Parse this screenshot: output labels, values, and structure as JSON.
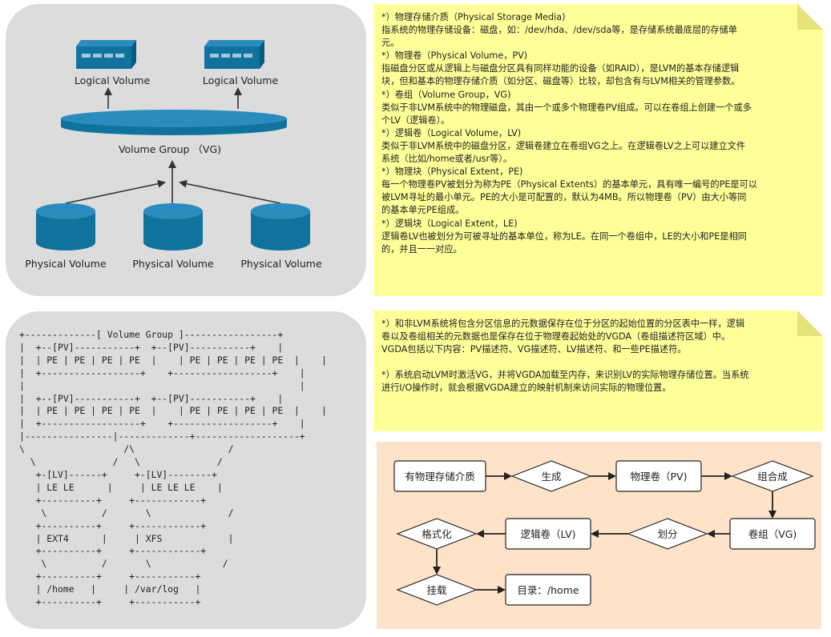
{
  "diagram": {
    "lv_labels": [
      "Logical Volume",
      "Logical Volume"
    ],
    "vg_label": "Volume Group （VG)",
    "pv_labels": [
      "Physical Volume",
      "Physical Volume",
      "Physical Volume"
    ]
  },
  "colors": {
    "panel_gray": "#dcdcdc",
    "note_yellow": "#ffff99",
    "flow_bg": "#ffe3c9",
    "disk_blue": "#10739e"
  },
  "notes": {
    "definitions": [
      "*）物理存储介质（Physical Storage Media)",
      "指系统的物理存储设备：磁盘，如：/dev/hda、/dev/sda等，是存储系统最底层的存储单",
      "元。",
      "*）物理卷（Physical Volume，PV)",
      "指磁盘分区或从逻辑上与磁盘分区具有同样功能的设备（如RAID），是LVM的基本存储逻辑",
      "块，但和基本的物理存储介质（如分区、磁盘等）比较，却包含有与LVM相关的管理参数。",
      "*）卷组（Volume Group，VG)",
      "类似于非LVM系统中的物理磁盘，其由一个或多个物理卷PV组成。可以在卷组上创建一个或多",
      "个LV（逻辑卷）。",
      "*）逻辑卷（Logical Volume，LV)",
      "类似于非LVM系统中的磁盘分区，逻辑卷建立在卷组VG之上。在逻辑卷LV之上可以建立文件",
      "系统（比如/home或者/usr等）。",
      "*）物理块（Physical Extent，PE)",
      "每一个物理卷PV被划分为称为PE（Physical Extents）的基本单元，具有唯一编号的PE是可以",
      "被LVM寻址的最小单元。PE的大小是可配置的，默认为4MB。所以物理卷（PV）由大小等同",
      "的基本单元PE组成。",
      "*）逻辑块（Logical Extent，LE)",
      "逻辑卷LV也被划分为可被寻址的基本单位，称为LE。在同一个卷组中，LE的大小和PE是相同",
      "的，并且一一对应。"
    ],
    "vgda": [
      "*）和非LVM系统将包含分区信息的元数据保存在位于分区的起始位置的分区表中一样，逻辑",
      "卷以及卷组相关的元数据也是保存在位于物理卷起始处的VGDA（卷组描述符区域）中。",
      "VGDA包括以下内容：PV描述符、VG描述符、LV描述符、和一些PE描述符。",
      "",
      "*）系统启动LVM时激活VG，并将VGDA加载至内存，来识别LV的实际物理存储位置。当系统",
      "进行I/O操作时，就会根据VGDA建立的映射机制来访问实际的物理位置。"
    ]
  },
  "ascii_art": "+-------------[ Volume Group ]-----------------+\n|  +--[PV]-----------+  +--[PV]-----------+    |\n|  | PE | PE | PE | PE  |    | PE | PE | PE | PE  |    |\n|  +------------------+    +------------------+    |\n|                                                  |\n|  +--[PV]-----------+  +--[PV]-----------+    |\n|  | PE | PE | PE | PE  |    | PE | PE | PE | PE  |    |\n|  +------------------+    +------------------+    |\n|----------------|-------------+-------------------+\n\\                  /\\                 /\n  \\              /   \\              /\n   +-[LV]------+     +-[LV]--------+\n   | LE LE      |     | LE LE LE    |\n   +----------+     +------------+\n    \\          /       \\              /\n   +----------+     +------------+\n   | EXT4      |     | XFS            |\n   +----------+     +------------+\n    \\          /       \\             /\n   +----------+     +-----------+\n   | /home   |     | /var/log   |\n   +----------+     +-----------+",
  "flow": {
    "physical_media": "有物理存储介质",
    "generate": "生成",
    "pv": "物理卷（PV)",
    "combine": "组合成",
    "vg": "卷组（VG)",
    "divide": "划分",
    "lv": "逻辑卷（LV)",
    "format": "格式化",
    "mount": "挂载",
    "dir": "目录：/home"
  }
}
